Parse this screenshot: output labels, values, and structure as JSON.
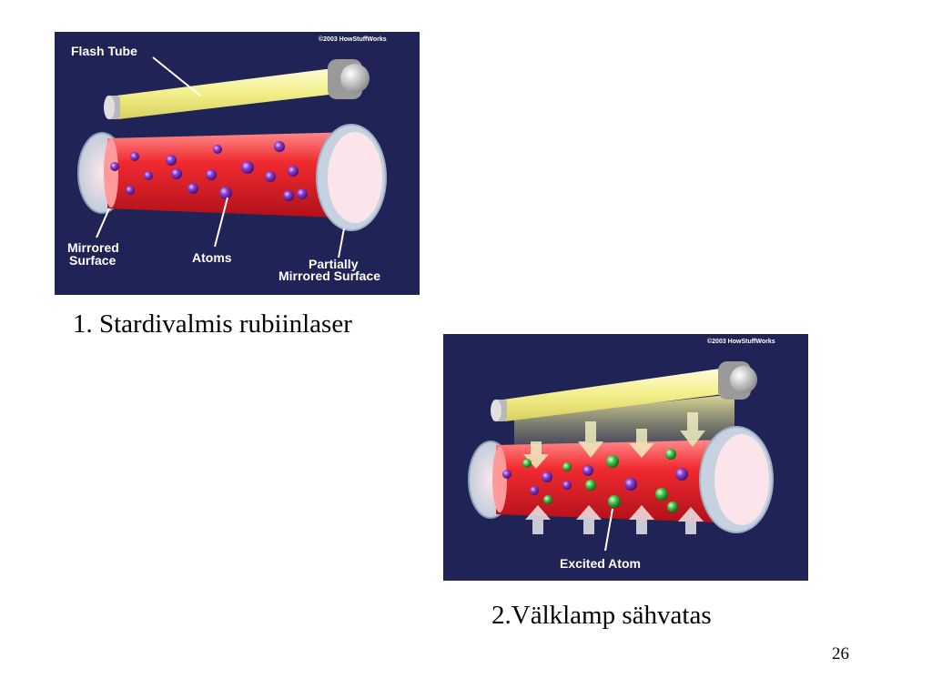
{
  "slide": {
    "page_number": "26"
  },
  "figure1": {
    "copyright": "©2003 HowStuffWorks",
    "label_flash_tube": "Flash Tube",
    "label_mirrored_line1": "Mirrored",
    "label_mirrored_line2": "Surface",
    "label_atoms": "Atoms",
    "label_partial_line1": "Partially",
    "label_partial_line2": "Mirrored Surface",
    "caption": "1. Stardivalmis rubiinlaser"
  },
  "figure2": {
    "copyright": "©2003 HowStuffWorks",
    "label_excited_atom": "Excited Atom",
    "caption": "2.Välklamp sähvatas"
  },
  "colors": {
    "background": "#1f2355",
    "rod": "#e8202a",
    "atom": "#7a2fb8",
    "excited_atom": "#2fae3a",
    "flash_tube": "#f4f2a0"
  }
}
